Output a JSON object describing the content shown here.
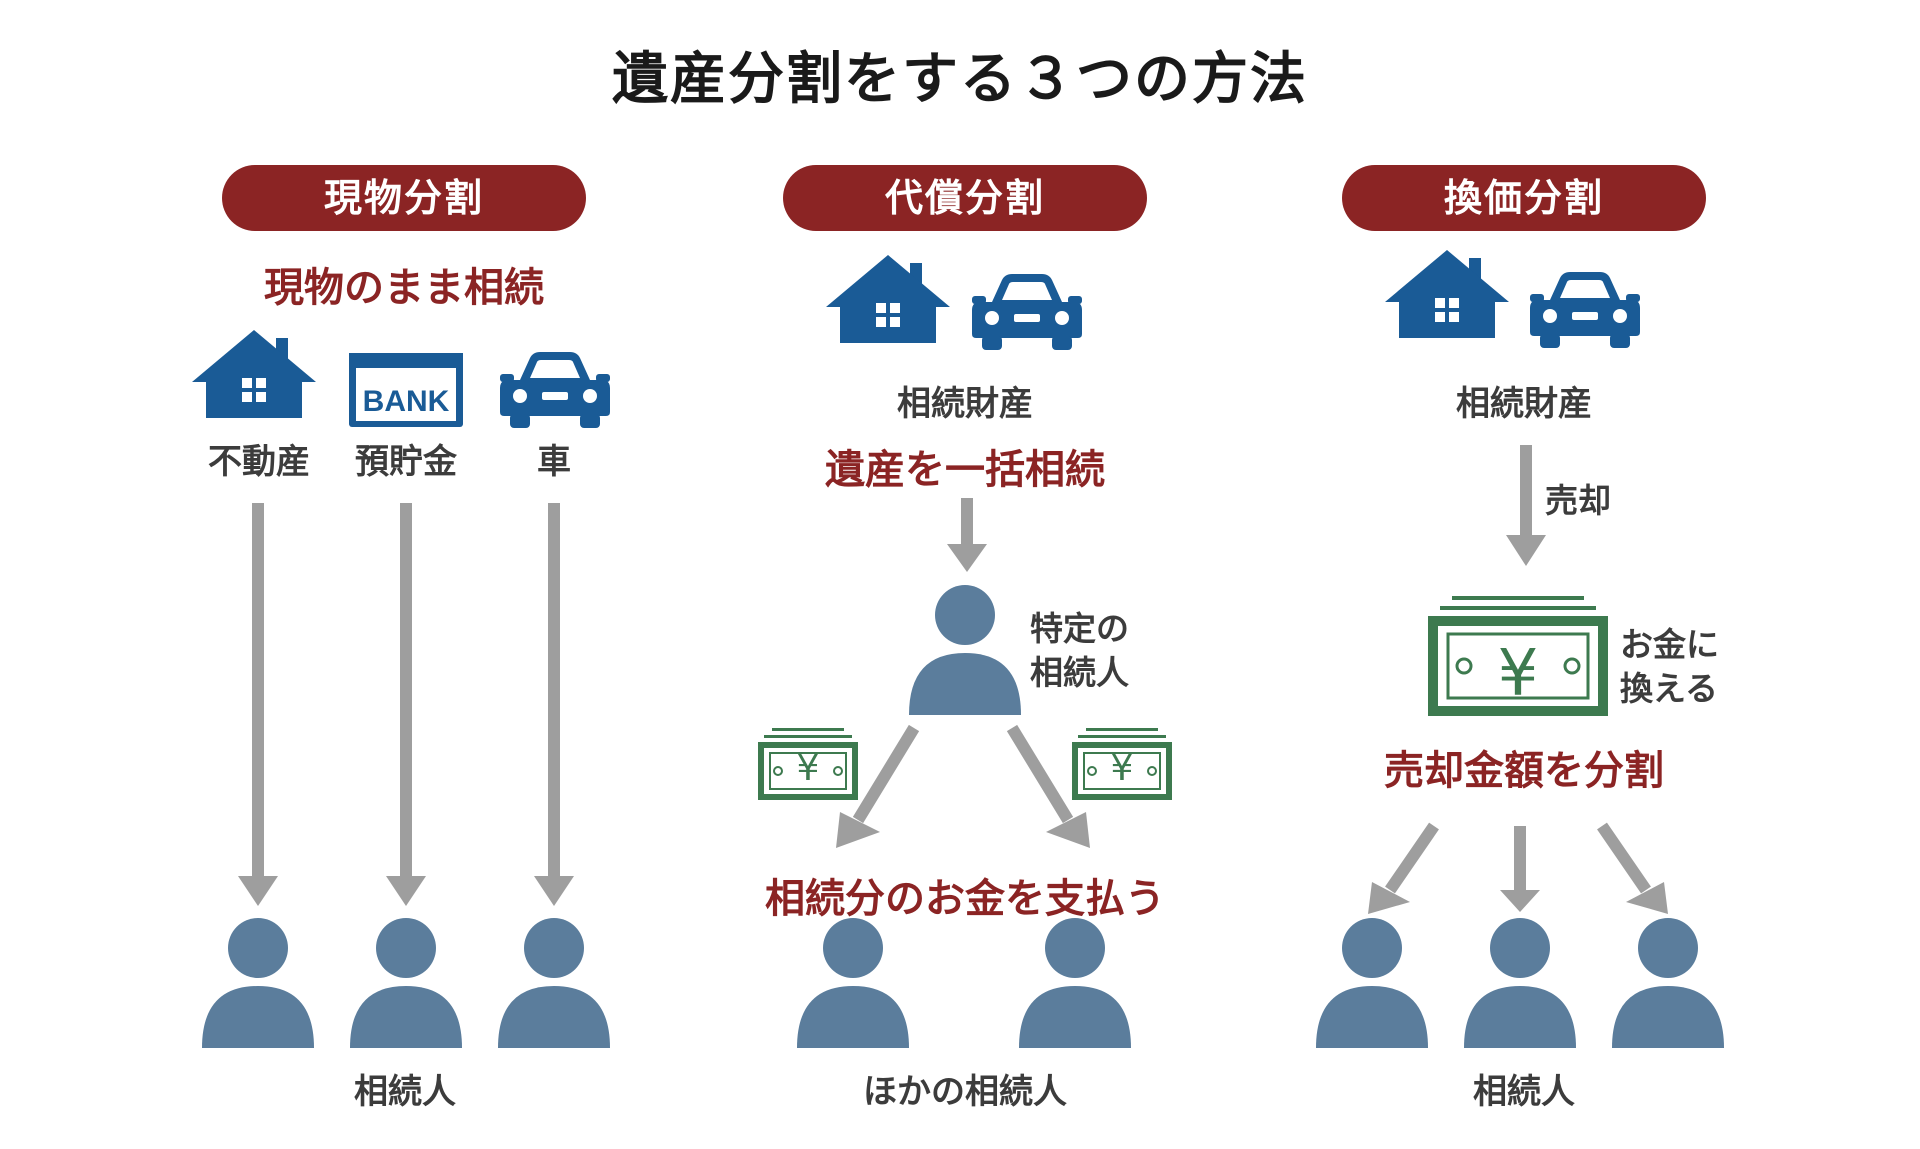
{
  "title": "遺産分割をする３つの方法",
  "colors": {
    "accent_red": "#8b2424",
    "icon_blue": "#1a5b96",
    "person_blue": "#5b7d9c",
    "arrow_gray": "#9e9e9e",
    "money_green": "#3d7a4f"
  },
  "sections": [
    {
      "label": "現物分割",
      "subtitle": "現物のまま相続",
      "assets": [
        {
          "icon": "house-icon",
          "label": "不動産"
        },
        {
          "icon": "bank-icon",
          "label": "預貯金",
          "icon_text": "BANK"
        },
        {
          "icon": "car-icon",
          "label": "車"
        }
      ],
      "recipients_label": "相続人"
    },
    {
      "label": "代償分割",
      "assets_label": "相続財産",
      "step1": "遺産を一括相続",
      "specific_heir": [
        "特定の",
        "相続人"
      ],
      "money_symbol": "¥",
      "step2": "相続分のお金を支払う",
      "recipients_label": "ほかの相続人"
    },
    {
      "label": "換価分割",
      "assets_label": "相続財産",
      "sale_label": "売却",
      "money_symbol": "¥",
      "convert_label": [
        "お金に",
        "換える"
      ],
      "step": "売却金額を分割",
      "recipients_label": "相続人"
    }
  ]
}
